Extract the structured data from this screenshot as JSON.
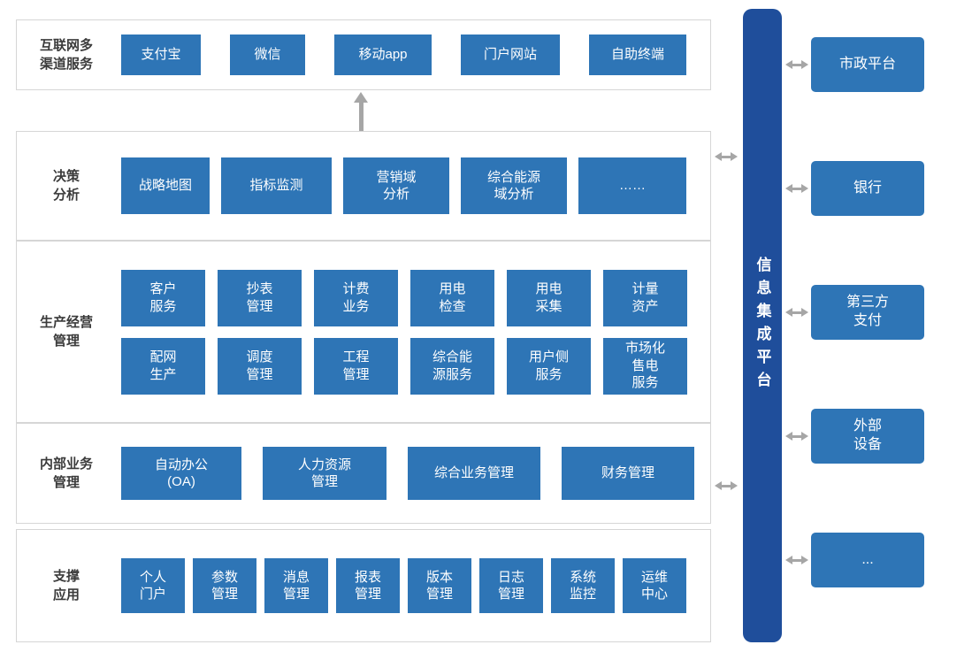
{
  "colors": {
    "module_box_blue": "#2e75b6",
    "integration_bar_blue": "#1f4e9b",
    "arrow_gray": "#a6a6a6"
  },
  "bands": {
    "channels": {
      "label": "互联网多\n渠道服务",
      "items": [
        "支付宝",
        "微信",
        "移动app",
        "门户网站",
        "自助终端"
      ]
    },
    "decision": {
      "label": "决策\n分析",
      "items": [
        "战略地图",
        "指标监测",
        "营销域\n分析",
        "综合能源\n域分析",
        "……"
      ]
    },
    "production": {
      "label": "生产经营\n管理",
      "row1": [
        "客户\n服务",
        "抄表\n管理",
        "计费\n业务",
        "用电\n检查",
        "用电\n采集",
        "计量\n资产"
      ],
      "row2": [
        "配网\n生产",
        "调度\n管理",
        "工程\n管理",
        "综合能\n源服务",
        "用户侧\n服务",
        "市场化\n售电\n服务"
      ]
    },
    "internal": {
      "label": "内部业务\n管理",
      "items": [
        "自动办公\n(OA)",
        "人力资源\n管理",
        "综合业务管理",
        "财务管理"
      ]
    },
    "support": {
      "label": "支撑\n应用",
      "items": [
        "个人\n门户",
        "参数\n管理",
        "消息\n管理",
        "报表\n管理",
        "版本\n管理",
        "日志\n管理",
        "系统\n监控",
        "运维\n中心"
      ]
    }
  },
  "integration_bar": {
    "label": "信息集成平台"
  },
  "external_systems": [
    "市政平台",
    "银行",
    "第三方\n支付",
    "外部\n设备",
    "..."
  ]
}
